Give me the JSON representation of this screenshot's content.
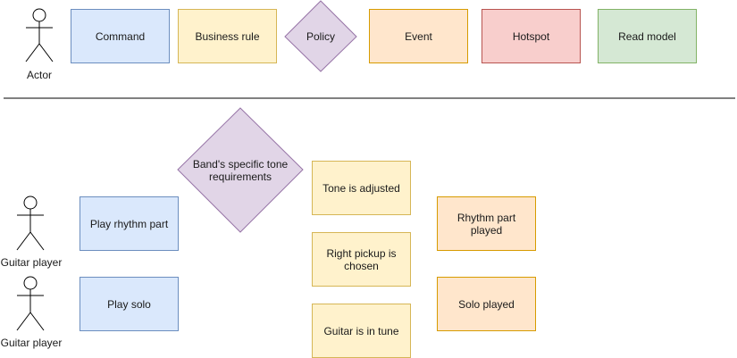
{
  "legend": {
    "actor": "Actor",
    "command": "Command",
    "business_rule": "Business rule",
    "policy": "Policy",
    "event": "Event",
    "hotspot": "Hotspot",
    "read_model": "Read model"
  },
  "scenario": {
    "actors": [
      "Guitar player",
      "Guitar player"
    ],
    "commands": [
      "Play rhythm part",
      "Play solo"
    ],
    "policy": "Band's specific tone requirements",
    "business_rules": [
      "Tone is adjusted",
      "Right pickup is chosen",
      "Guitar is in tune"
    ],
    "events": [
      "Rhythm part played",
      "Solo played"
    ]
  },
  "colors": {
    "command_fill": "#dae8fc",
    "command_stroke": "#6c8ebf",
    "rule_fill": "#fff2cc",
    "rule_stroke": "#d6b656",
    "policy_fill": "#e1d5e7",
    "policy_stroke": "#9673a6",
    "event_fill": "#ffe6cc",
    "event_stroke": "#d79b00",
    "hotspot_fill": "#f8cecc",
    "hotspot_stroke": "#b85450",
    "read_model_fill": "#d5e8d4",
    "read_model_stroke": "#82b366"
  },
  "icons": [
    "stick-figure-actor-icon",
    "diamond-policy-shape"
  ]
}
